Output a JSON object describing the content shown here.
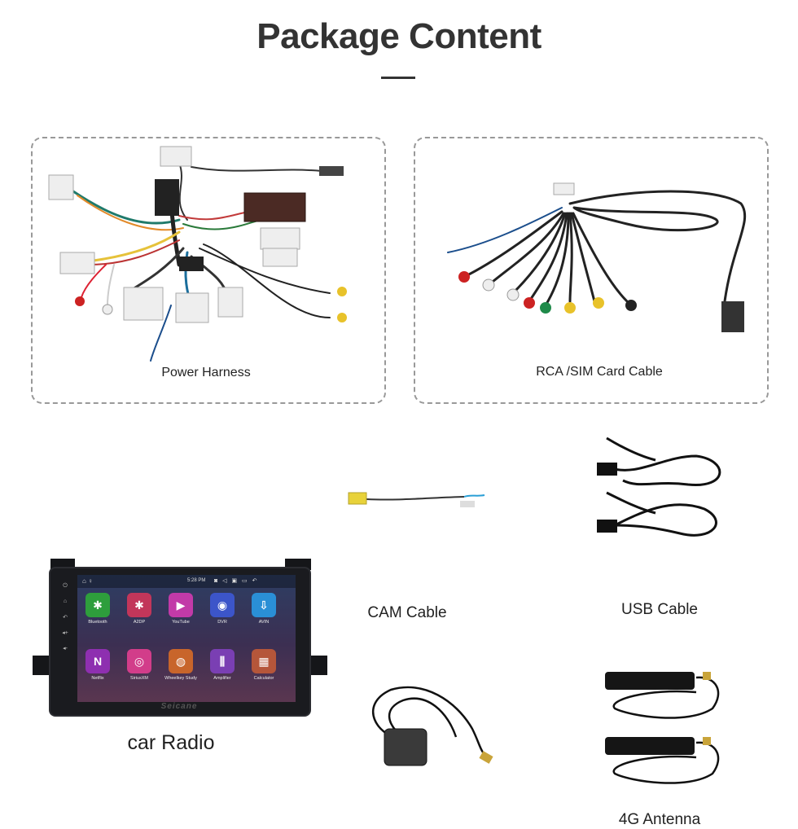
{
  "page": {
    "title": "Package Content"
  },
  "items": {
    "power_harness": {
      "label": "Power Harness"
    },
    "rca_sim_cable": {
      "label": "RCA /SIM Card Cable"
    },
    "cam_cable": {
      "label": "CAM Cable"
    },
    "usb_cable": {
      "label": "USB Cable"
    },
    "car_radio": {
      "label": "car Radio"
    },
    "antenna": {
      "label": "4G Antenna"
    }
  },
  "radio_screen": {
    "brand": "Seicane",
    "time": "5:28 PM",
    "apps": [
      {
        "label": "Bluetooth",
        "icon": "bluetooth-icon",
        "glyph": "✱",
        "color": "#2e9e3c"
      },
      {
        "label": "A2DP",
        "icon": "bluetooth-audio-icon",
        "glyph": "✱",
        "color": "#c2365a"
      },
      {
        "label": "YouTube",
        "icon": "youtube-icon",
        "glyph": "▶",
        "color": "#c23aa8"
      },
      {
        "label": "DVR",
        "icon": "dvr-icon",
        "glyph": "◉",
        "color": "#3c55c9"
      },
      {
        "label": "AVIN",
        "icon": "avin-icon",
        "glyph": "⇩",
        "color": "#2a8fd6"
      },
      {
        "label": "Netflix",
        "icon": "netflix-icon",
        "glyph": "N",
        "color": "#8e2fb0"
      },
      {
        "label": "SiriusXM",
        "icon": "siriusxm-icon",
        "glyph": "◎",
        "color": "#d23d8a"
      },
      {
        "label": "Wheelkey Study",
        "icon": "steering-wheel-icon",
        "glyph": "◍",
        "color": "#c8652b"
      },
      {
        "label": "Amplifier",
        "icon": "equalizer-icon",
        "glyph": "⫼",
        "color": "#7a3fb3"
      },
      {
        "label": "Calculator",
        "icon": "calculator-icon",
        "glyph": "▦",
        "color": "#b5563a"
      }
    ]
  }
}
